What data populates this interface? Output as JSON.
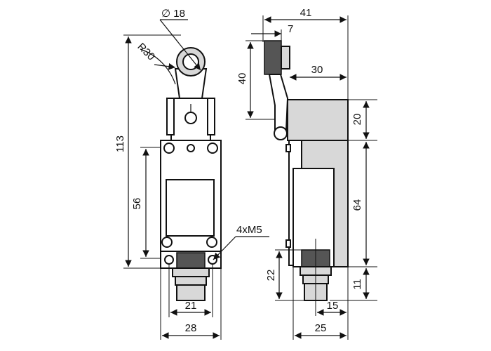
{
  "dimensions": {
    "diameter": "∅ 18",
    "radius": "R30",
    "height_total": "113",
    "height_body": "56",
    "mount_holes": "4xM5",
    "width_holes": "21",
    "width_front": "28",
    "width_side_total": "41",
    "roller_width": "7",
    "arm_height": "40",
    "arm_offset": "30",
    "top_step": "20",
    "side_body_height": "64",
    "bottom_step": "11",
    "plunger_height": "22",
    "side_bottom_offset": "15",
    "side_width": "25"
  },
  "colors": {
    "line": "#111111",
    "fill_light": "#d8d8d8",
    "fill_dark": "#555555"
  }
}
